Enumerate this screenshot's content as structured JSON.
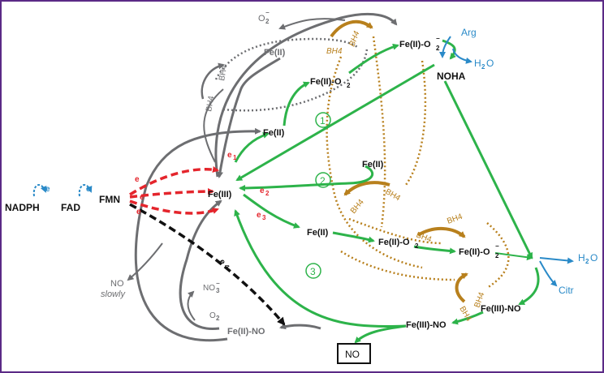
{
  "labels": {
    "nadph": "NADPH",
    "fad": "FAD",
    "fmn": "FMN",
    "e": "e",
    "e_minus": "−",
    "fe3": "Fe(III)",
    "fe2": "Fe(II)",
    "fe2_o2": "Fe(II)-O",
    "o2_sub": "2",
    "fe2_o2_minus_top": "Fe(II)-O",
    "fe2no": "Fe(II)-NO",
    "fe3no": "Fe(III)-NO",
    "arg": "Arg",
    "h2o": "H",
    "h2o_o": "O",
    "h2o_2": "2",
    "noha": "NOHA",
    "citr": "Citr",
    "no_box": "NO",
    "no_slowly": "NO",
    "slowly": "slowly",
    "no3": "NO",
    "no3_sub": "3",
    "o2": "O",
    "o2_minus_top": "O",
    "bh4": "BH4",
    "bh4_plus": "BH4",
    "plus": "+",
    "e1": "e",
    "e2": "e",
    "e3": "e",
    "e4": "e",
    "e1_sub": "1",
    "e2_sub": "2",
    "e3_sub": "3",
    "e4_sub": "4",
    "step1": "1",
    "step2": "2",
    "step3": "3"
  },
  "colors": {
    "green": "#2db34a",
    "gray": "#6d6e71",
    "red": "#e4252c",
    "brown": "#b8801d",
    "blue": "#2a8ac8",
    "black": "#111111",
    "frame": "#5b2a86"
  }
}
